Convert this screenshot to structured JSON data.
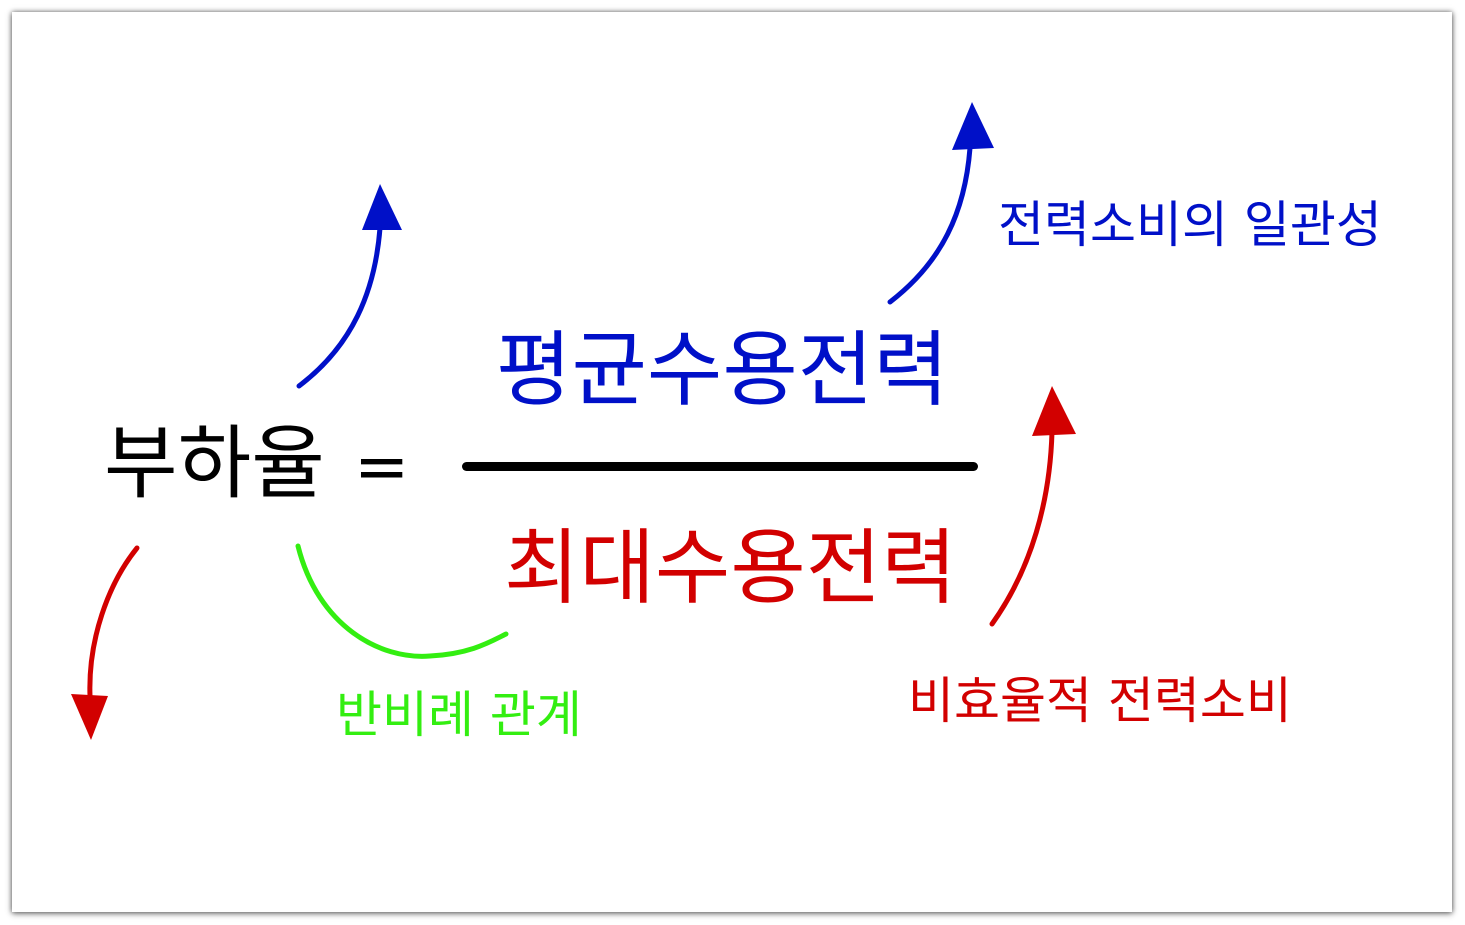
{
  "formula": {
    "lhs": "부하율",
    "equals": "=",
    "numerator": "평균수용전력",
    "denominator": "최대수용전력"
  },
  "annotations": {
    "consistency": "전력소비의 일관성",
    "inverse_relation": "반비례 관계",
    "inefficient": "비효율적 전력소비"
  },
  "colors": {
    "black": "#000000",
    "blue": "#0010c8",
    "red": "#d20000",
    "green": "#33ee11"
  }
}
